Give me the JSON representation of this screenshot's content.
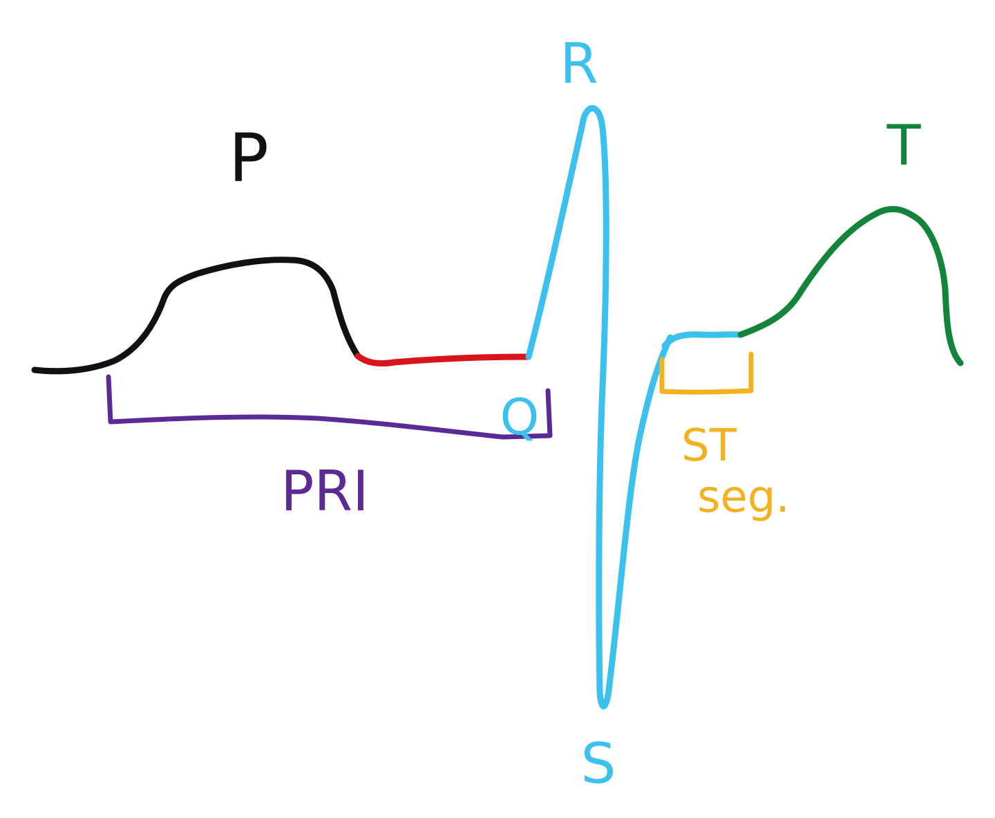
{
  "labels": {
    "p": "P",
    "r": "R",
    "q": "Q",
    "s": "S",
    "t": "T",
    "pri": "PRI",
    "st_line1": "ST",
    "st_line2": "seg."
  },
  "colors": {
    "p_wave": "#111111",
    "pr_segment": "#d8141c",
    "qrs": "#3cc1ee",
    "t_wave": "#13853a",
    "pri_bracket": "#5b2a95",
    "st_bracket": "#f3b21d"
  }
}
